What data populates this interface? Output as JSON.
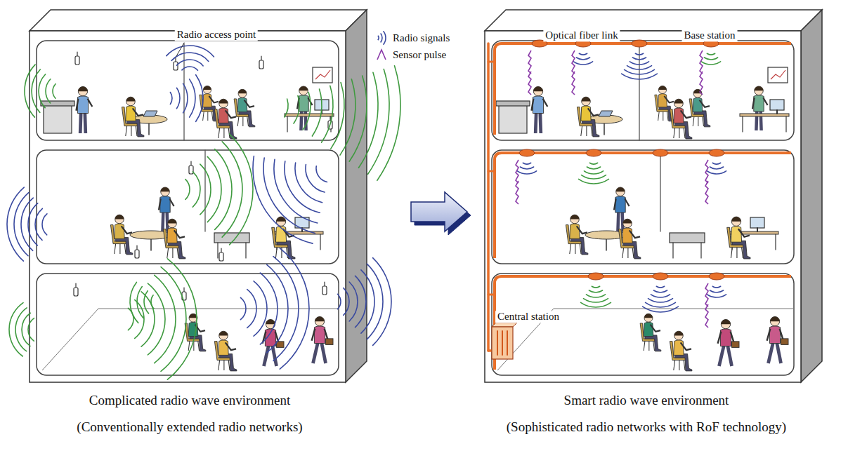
{
  "diagram": {
    "nodes": [
      {
        "text": [
          "Complicated radio wave environment",
          "(Conventionally extended radio networks)"
        ]
      },
      {
        "text": [
          "Smart radio wave environment",
          "(Sophisticated radio networks with RoF technology)"
        ]
      }
    ],
    "edges": [
      {
        "from": 0,
        "to": 1,
        "arrow": "to"
      }
    ],
    "labels": [
      "Radio access point",
      "Optical fiber link",
      "Base station",
      "Central station"
    ],
    "legend": [
      {
        "text": "Radio signals"
      },
      {
        "text": "Sensor pulse"
      }
    ]
  }
}
